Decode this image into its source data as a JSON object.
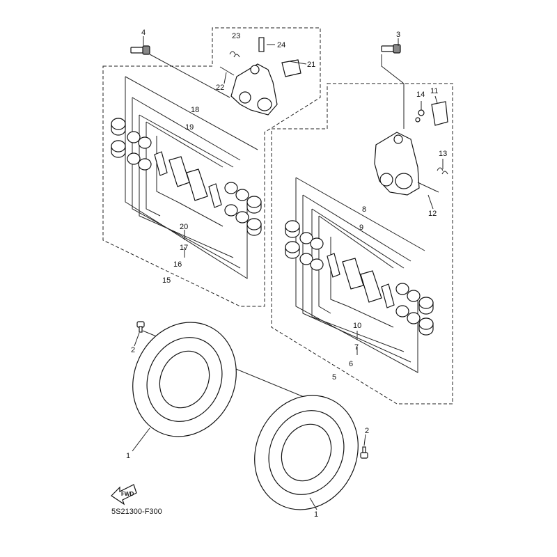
{
  "diagram_code": "5S21300-F300",
  "fwd_label": "FWD",
  "callouts": {
    "c1a": "1",
    "c1b": "1",
    "c2a": "2",
    "c2b": "2",
    "c3": "3",
    "c4": "4",
    "c5": "5",
    "c6": "6",
    "c7": "7",
    "c8": "8",
    "c9": "9",
    "c10": "10",
    "c11": "11",
    "c12": "12",
    "c13": "13",
    "c14": "14",
    "c15": "15",
    "c16": "16",
    "c17": "17",
    "c18": "18",
    "c19": "19",
    "c20": "20",
    "c21": "21",
    "c22": "22",
    "c23": "23",
    "c24": "24"
  }
}
